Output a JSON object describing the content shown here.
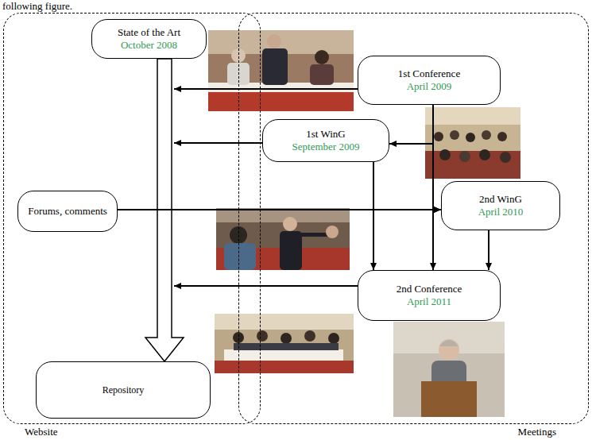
{
  "diagram": {
    "nodes": [
      {
        "text": [
          "Website"
        ]
      },
      {
        "text": [
          "Meetings"
        ]
      },
      {
        "text": [
          "State of the Art",
          "October 2008"
        ],
        "in": 0
      },
      {
        "text": [
          "1st Conference",
          "April 2009"
        ],
        "in": 1
      },
      {
        "text": [
          "1st WinG",
          "September 2009"
        ],
        "in": 1
      },
      {
        "text": [
          "Forums, comments"
        ],
        "in": 0
      },
      {
        "text": [
          "2nd WinG",
          "April 2010"
        ],
        "in": 1
      },
      {
        "text": [
          "2nd Conference",
          "April 2011"
        ],
        "in": 1
      },
      {
        "text": [
          "Repository"
        ],
        "in": 0
      }
    ],
    "edges": [
      {
        "from": 2,
        "to": 8,
        "arrow": "to"
      },
      {
        "from": 3,
        "to": 4,
        "arrow": "to"
      },
      {
        "from": 3,
        "to": 6,
        "arrow": "to"
      },
      {
        "from": 3,
        "to": 7,
        "arrow": "to"
      },
      {
        "from": 4,
        "to": 7,
        "arrow": "to"
      },
      {
        "from": 5,
        "to": 6,
        "arrow": "to"
      },
      {
        "from": 6,
        "to": 7,
        "arrow": "to"
      }
    ],
    "labels": [
      "following figure."
    ]
  }
}
